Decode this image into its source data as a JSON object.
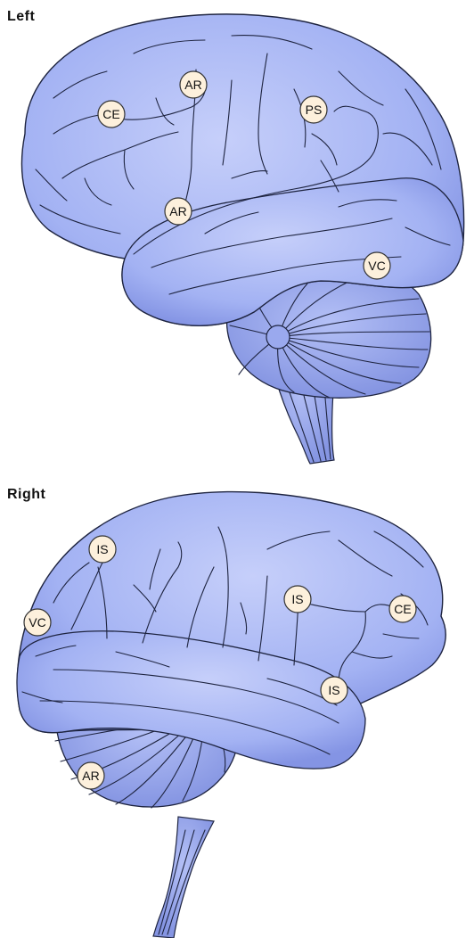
{
  "panels": [
    {
      "title": "Left",
      "markers": [
        "CE",
        "AR",
        "AR",
        "PS",
        "VC"
      ]
    },
    {
      "title": "Right",
      "markers": [
        "IS",
        "IS",
        "CE",
        "VC",
        "IS",
        "AR"
      ]
    }
  ],
  "colors": {
    "cortex": "#a3b2f3",
    "cortex_light": "#c4cdf8",
    "cortex_shadow": "#7f8fe0",
    "outline": "#1e2440",
    "marker_fill": "#fdf0dc"
  }
}
